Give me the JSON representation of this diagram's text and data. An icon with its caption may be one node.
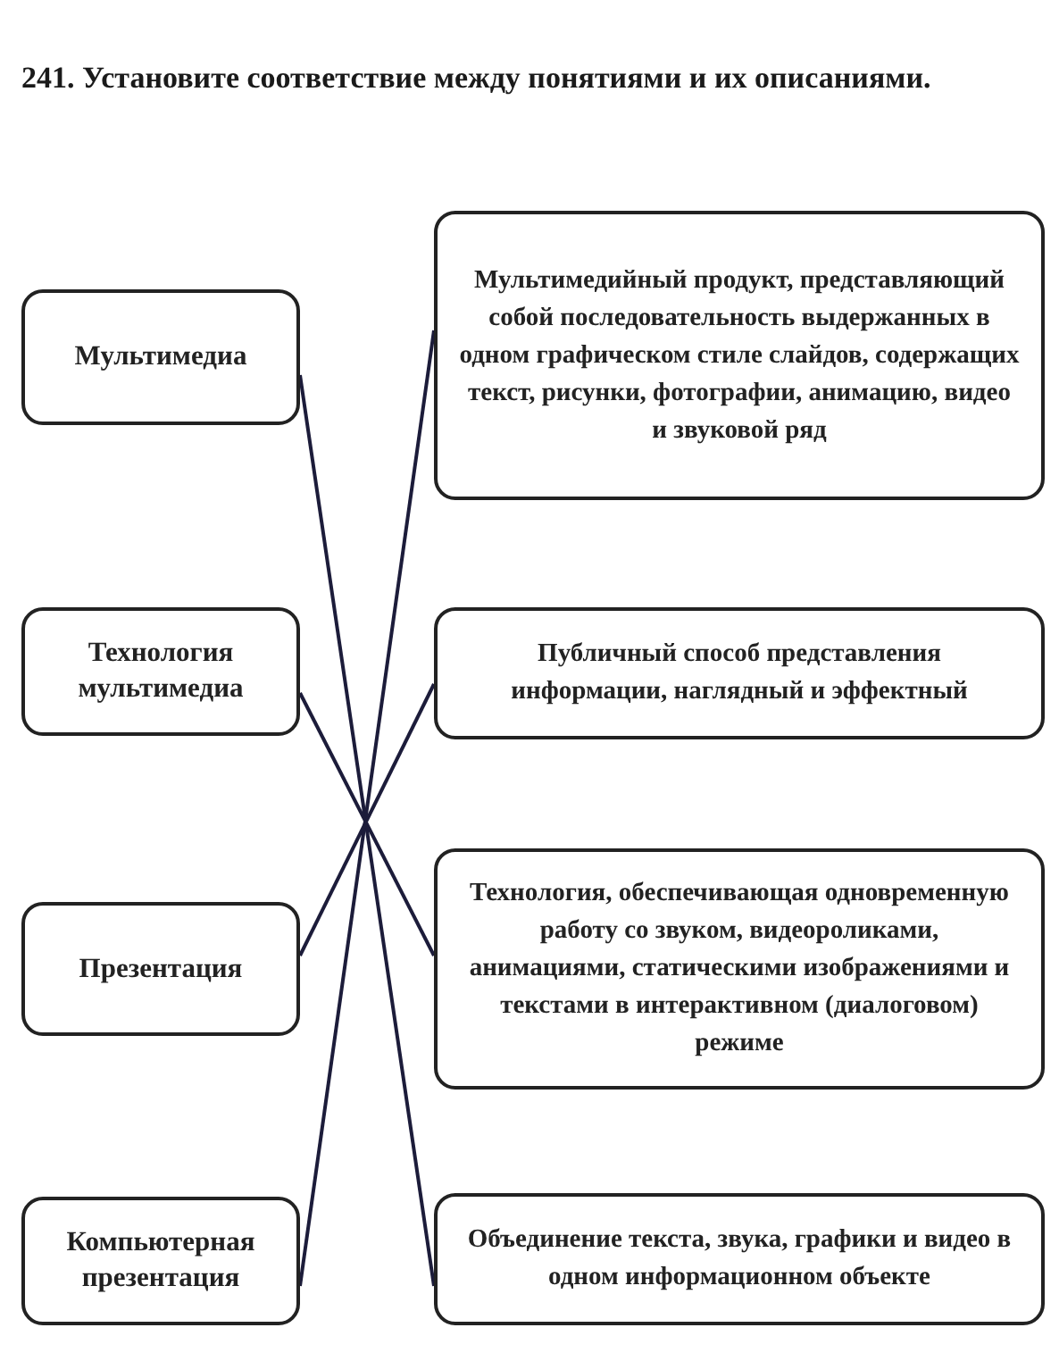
{
  "diagram": {
    "title": "241. Установите соответствие между понятиями и их описаниями.",
    "nodes": [
      {
        "text": [
          "Мультимедиа"
        ]
      },
      {
        "text": [
          "Мультимедийный продукт, представляющий собой последовательность выдержанных в одном графическом стиле слайдов, содержащих текст, рисунки, фотографии, анимацию, видео и звуковой ряд"
        ]
      },
      {
        "text": [
          "Технология мультимедиа"
        ]
      },
      {
        "text": [
          "Публичный способ представления информации, наглядный и эффектный"
        ]
      },
      {
        "text": [
          "Презентация"
        ]
      },
      {
        "text": [
          "Технология, обеспечивающая одновременную работу со звуком, видеороликами, анимациями, статическими изображениями и текстами в интерактивном (диалоговом) режиме"
        ]
      },
      {
        "text": [
          "Компьютерная презентация"
        ]
      },
      {
        "text": [
          "Объединение текста, звука, графики и видео в одном информационном объекте"
        ]
      }
    ],
    "edges": [
      {
        "from": 0,
        "to": 7,
        "arrow": "none"
      },
      {
        "from": 1,
        "to": 6,
        "arrow": "none"
      },
      {
        "from": 2,
        "to": 5,
        "arrow": "none"
      },
      {
        "from": 3,
        "to": 4,
        "arrow": "none"
      }
    ]
  }
}
